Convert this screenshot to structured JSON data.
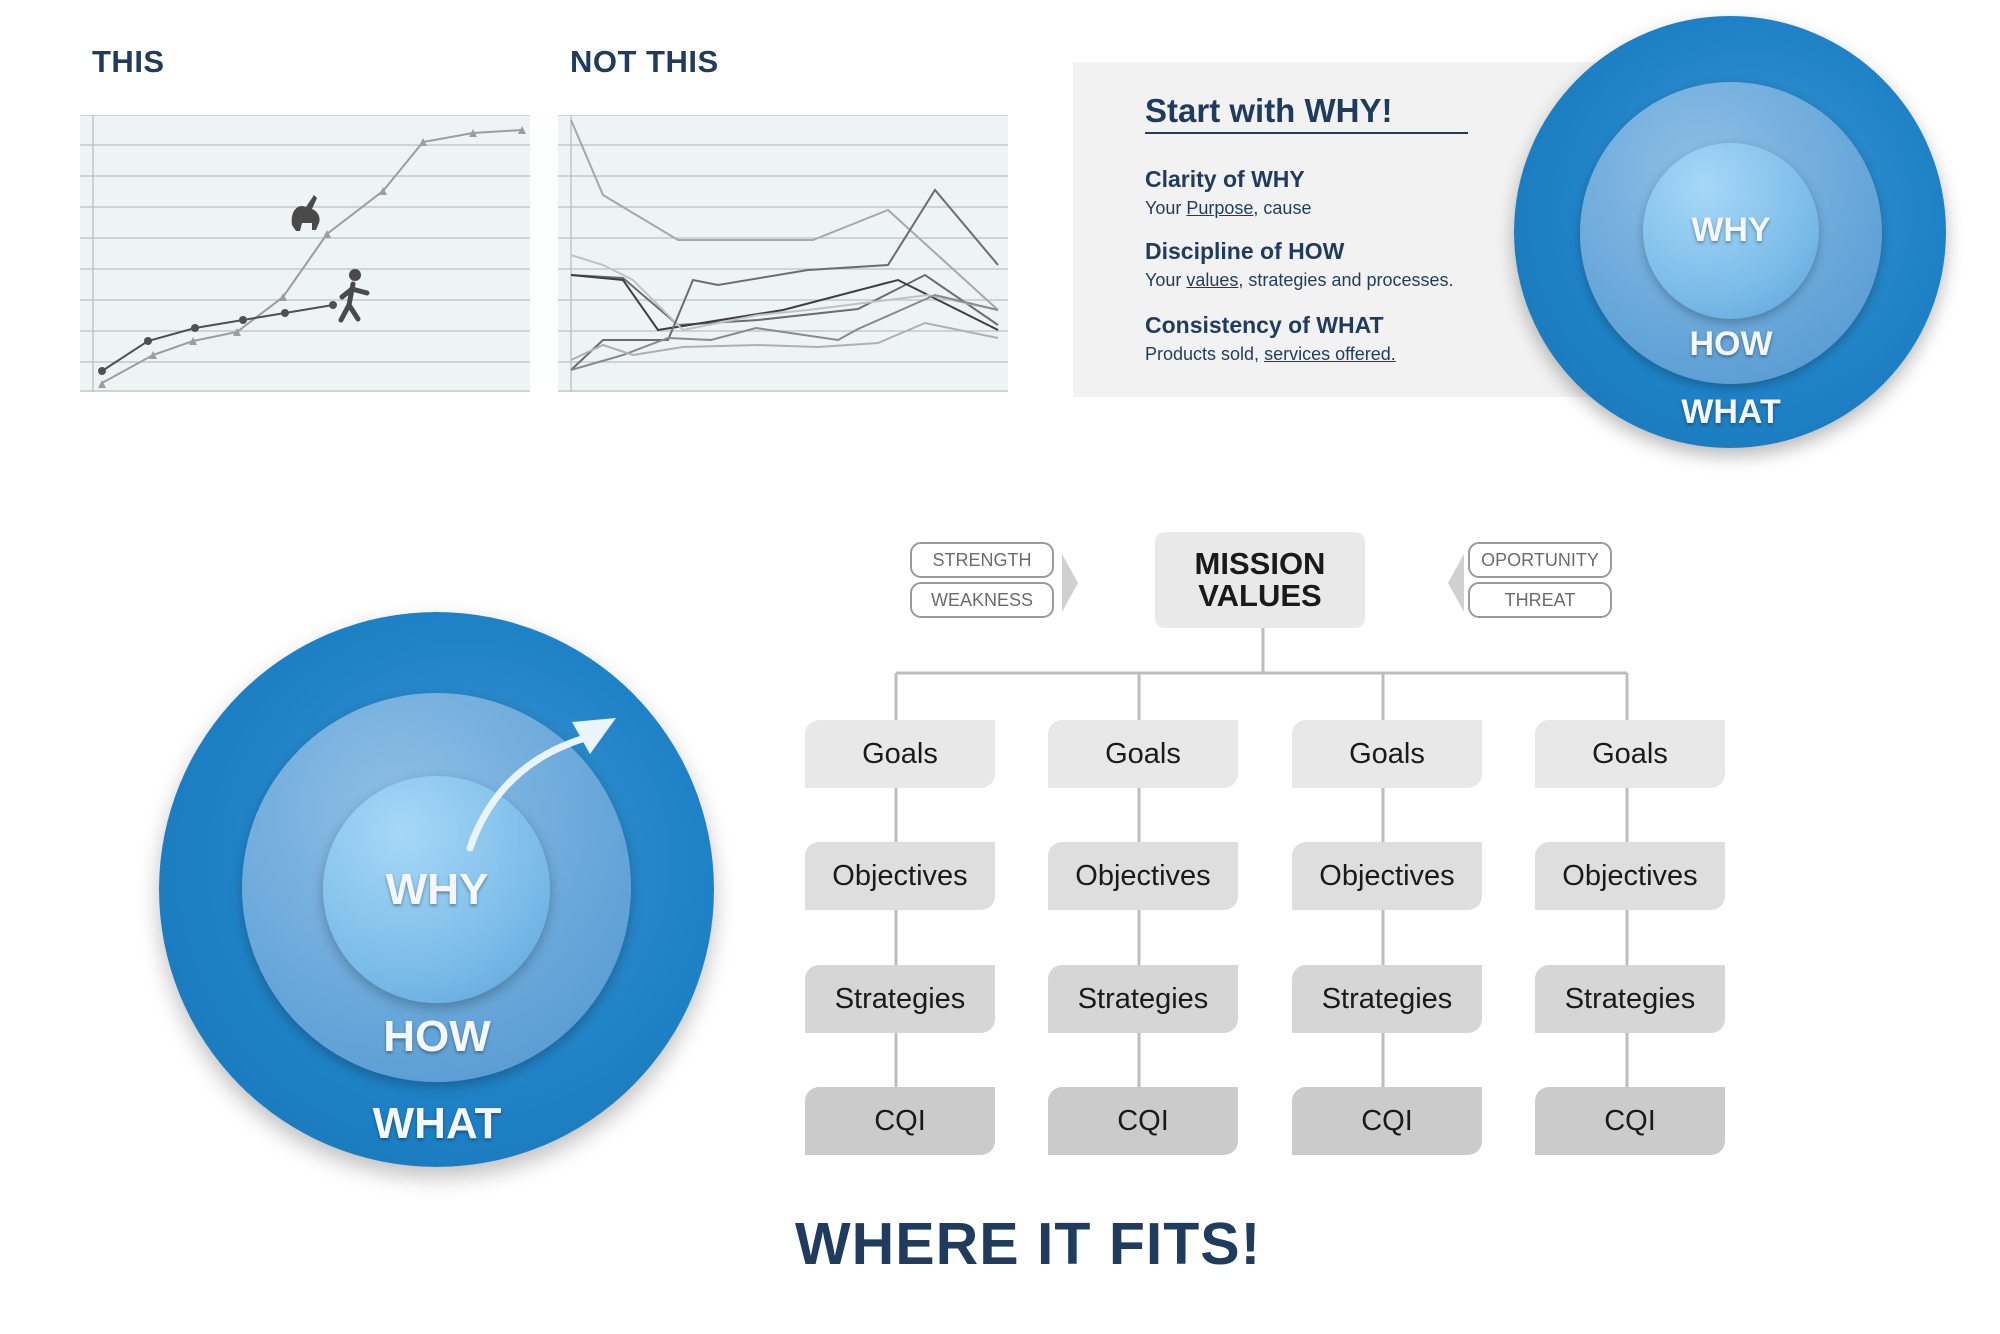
{
  "comparison": {
    "this_label": "THIS",
    "not_this_label": "NOT THIS",
    "this_icons": [
      "goat-icon",
      "walking-person-icon"
    ]
  },
  "golden_circle_panel": {
    "title": "Start with WHY!",
    "items": [
      {
        "heading": "Clarity of WHY",
        "prefix": "Your ",
        "link": "Purpose",
        "suffix": ", cause"
      },
      {
        "heading": "Discipline of HOW",
        "prefix": "Your ",
        "link": "values",
        "suffix": ", strategies and processes."
      },
      {
        "heading": "Consistency of WHAT",
        "prefix": "Products sold, ",
        "link": "services offered.",
        "suffix": ""
      }
    ]
  },
  "circle_small": {
    "why": "WHY",
    "how": "HOW",
    "what": "WHAT"
  },
  "circle_large": {
    "why": "WHY",
    "how": "HOW",
    "what": "WHAT"
  },
  "swot": {
    "left": [
      "STRENGTH",
      "WEAKNESS"
    ],
    "right": [
      "OPORTUNITY",
      "THREAT"
    ],
    "center_line1": "MISSION",
    "center_line2": "VALUES"
  },
  "hierarchy": {
    "columns": [
      [
        "Goals",
        "Objectives",
        "Strategies",
        "CQI"
      ],
      [
        "Goals",
        "Objectives",
        "Strategies",
        "CQI"
      ],
      [
        "Goals",
        "Objectives",
        "Strategies",
        "CQI"
      ],
      [
        "Goals",
        "Objectives",
        "Strategies",
        "CQI"
      ]
    ]
  },
  "footer": {
    "text": "WHERE IT FITS!"
  },
  "colors": {
    "navy": "#1f3b5e",
    "outer_blue": "#1b7ec4",
    "mid_blue": "#5fa3d6",
    "inner_blue": "#8fcbf0"
  }
}
